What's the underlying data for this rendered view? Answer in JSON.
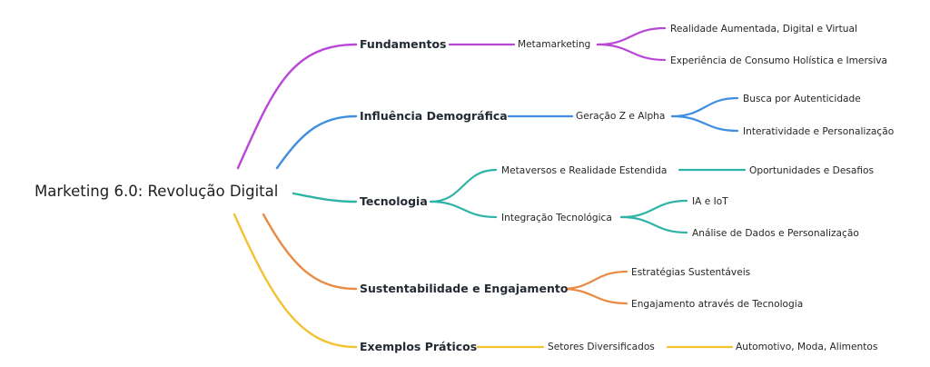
{
  "root": {
    "label": "Marketing 6.0: Revolução Digital"
  },
  "branches": [
    {
      "label": "Fundamentos",
      "color": "#b946d6",
      "children": [
        {
          "label": "Metamarketing",
          "children": [
            "Realidade Aumentada, Digital e Virtual",
            "Experiência de Consumo Holística e Imersiva"
          ]
        }
      ]
    },
    {
      "label": "Influência Demográfica",
      "color": "#3f8ee0",
      "children": [
        {
          "label": "Geração Z e Alpha",
          "children": [
            "Busca por Autenticidade",
            "Interatividade e Personalização"
          ]
        }
      ]
    },
    {
      "label": "Tecnologia",
      "color": "#2fb3a6",
      "children": [
        {
          "label": "Metaversos e Realidade Estendida",
          "children": [
            "Oportunidades e Desafios"
          ]
        },
        {
          "label": "Integração Tecnológica",
          "children": [
            "IA e IoT",
            "Análise de Dados e Personalização"
          ]
        }
      ]
    },
    {
      "label": "Sustentabilidade e Engajamento",
      "color": "#ea8a43",
      "children": [
        {
          "label": "Estratégias Sustentáveis",
          "children": []
        },
        {
          "label": "Engajamento através de Tecnologia",
          "children": []
        }
      ]
    },
    {
      "label": "Exemplos Práticos",
      "color": "#f2c230",
      "children": [
        {
          "label": "Setores Diversificados",
          "children": [
            "Automotivo, Moda, Alimentos"
          ]
        }
      ]
    }
  ]
}
